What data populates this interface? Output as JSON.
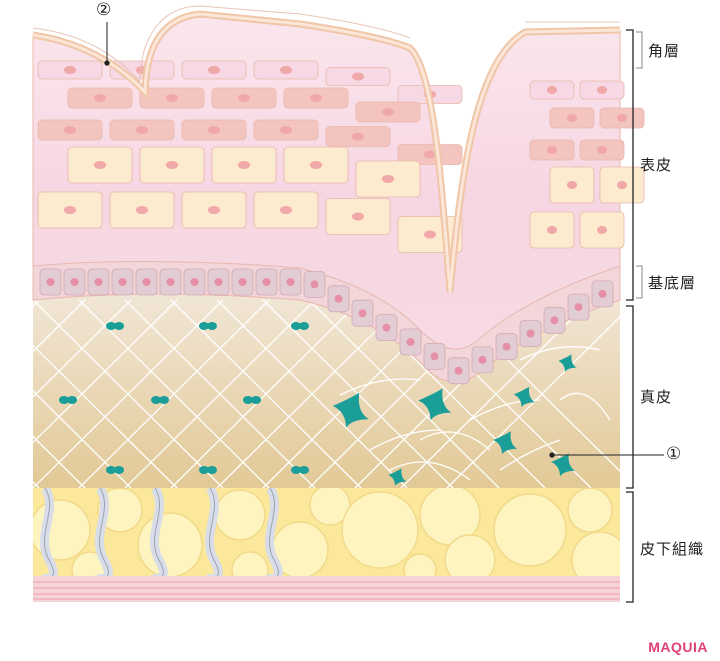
{
  "labels": {
    "stratum_corneum": "角層",
    "epidermis": "表皮",
    "basal_layer": "基底層",
    "dermis": "真皮",
    "subcutaneous": "皮下組織"
  },
  "markers": {
    "one": "①",
    "two": "②"
  },
  "logo": "MAQUIA",
  "colors": {
    "epidermis": "#f8dde6",
    "spinous_cells": "#fdebcf",
    "basal_cells": "#e3cdd5",
    "dermis": "#e8d3a6",
    "fibroblast": "#1a9e97",
    "subcutaneous": "#fbe89a",
    "logo": "#e0407a"
  }
}
